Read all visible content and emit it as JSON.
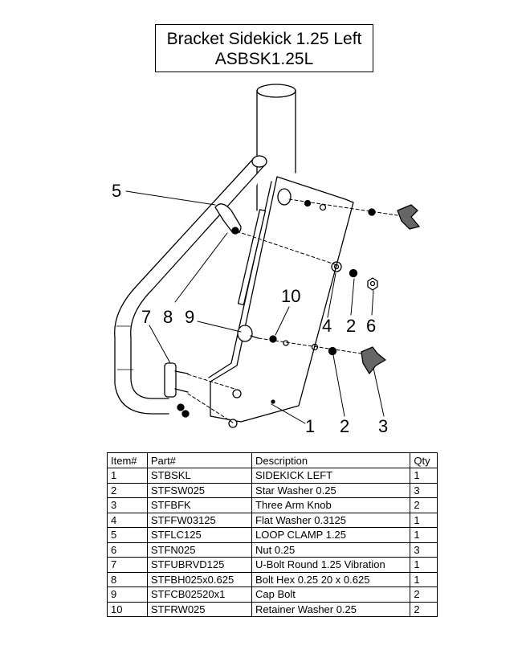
{
  "title": {
    "line1": "Bracket Sidekick 1.25 Left",
    "line2": "ASBSK1.25L"
  },
  "callouts": [
    "5",
    "7",
    "8",
    "9",
    "10",
    "4",
    "2",
    "6",
    "1",
    "2",
    "3"
  ],
  "table": {
    "headers": [
      "Item#",
      "Part#",
      "Description",
      "Qty"
    ],
    "rows": [
      [
        "1",
        "STBSKL",
        "SIDEKICK LEFT",
        "1"
      ],
      [
        "2",
        "STFSW025",
        "Star Washer 0.25",
        "3"
      ],
      [
        "3",
        "STFBFK",
        "Three Arm Knob",
        "2"
      ],
      [
        "4",
        "STFFW03125",
        "Flat Washer 0.3125",
        "1"
      ],
      [
        "5",
        "STFLC125",
        "LOOP CLAMP 1.25",
        "1"
      ],
      [
        "6",
        "STFN025",
        "Nut 0.25",
        "3"
      ],
      [
        "7",
        "STFUBRVD125",
        "U-Bolt Round 1.25 Vibration",
        "1"
      ],
      [
        "8",
        "STFBH025x0.625",
        "Bolt Hex 0.25 20 x 0.625",
        "1"
      ],
      [
        "9",
        "STFCB02520x1",
        "Cap Bolt",
        "2"
      ],
      [
        "10",
        "STFRW025",
        "Retainer Washer 0.25",
        "2"
      ]
    ]
  }
}
